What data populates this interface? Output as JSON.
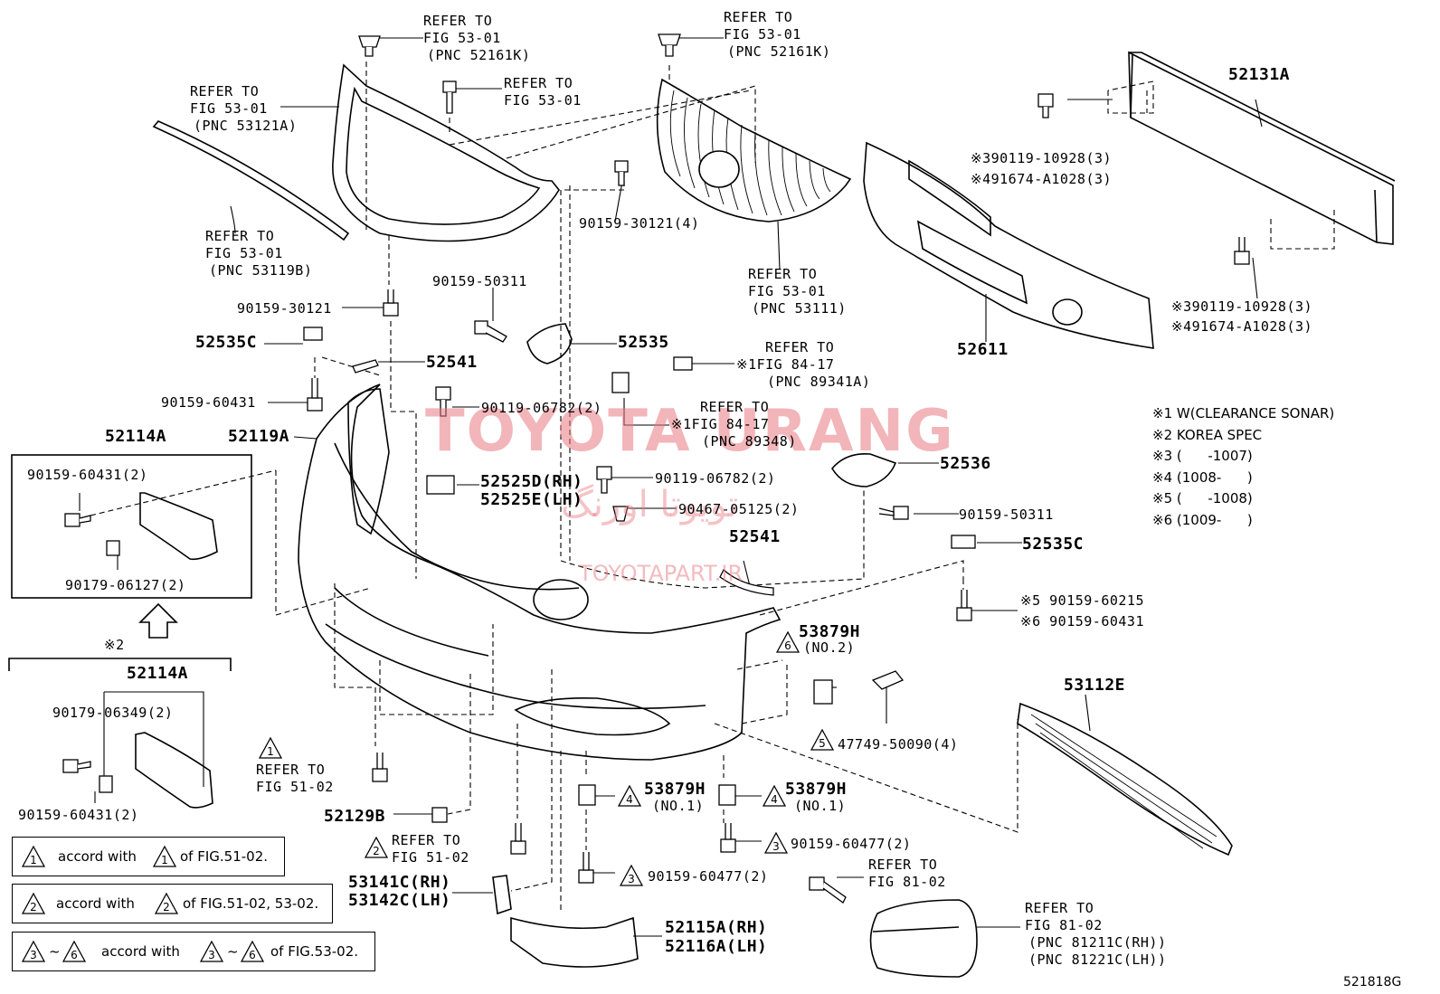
{
  "watermark": {
    "brand": "TOYOTA URANG",
    "persian": "تویوتا اورنگ",
    "url": "TOYOTAPART.IR"
  },
  "refer": {
    "r1": [
      "REFER TO",
      "FIG 53-01",
      "(PNC 52161K)"
    ],
    "r2": [
      "REFER TO",
      "FIG 53-01",
      "(PNC 52161K)"
    ],
    "r3": [
      "REFER TO",
      "FIG 53-01",
      "(PNC 53121A)"
    ],
    "r4": [
      "REFER TO",
      "FIG 53-01"
    ],
    "r5": [
      "REFER TO",
      "FIG 53-01",
      "(PNC 53119B)"
    ],
    "r6": [
      "REFER TO",
      "FIG 53-01",
      "(PNC 53111)"
    ],
    "r7": [
      "REFER TO",
      "※1FIG 84-17",
      "(PNC 89341A)"
    ],
    "r8": [
      "REFER TO",
      "※1FIG 84-17",
      "(PNC 89348)"
    ],
    "r9": [
      "REFER TO",
      "FIG 51-02"
    ],
    "r10": [
      "REFER TO",
      "FIG 51-02"
    ],
    "r11": [
      "REFER TO",
      "FIG 81-02"
    ],
    "r12": [
      "REFER TO",
      "FIG 81-02",
      "(PNC 81211C(RH))",
      "(PNC 81221C(LH))"
    ]
  },
  "parts": {
    "p52131A": "52131A",
    "p52611": "52611",
    "p52535C_l": "52535C",
    "p52535": "52535",
    "p52541_t": "52541",
    "p52119A": "52119A",
    "p52114A_a": "52114A",
    "p52114A_b": "52114A",
    "p52525D": "52525D(RH)",
    "p52525E": "52525E(LH)",
    "p52536": "52536",
    "p52541_m": "52541",
    "p52535C_r": "52535C",
    "p53879H_a": "53879H",
    "p53879H_b": "53879H",
    "p53879H_c": "53879H",
    "p53112E": "53112E",
    "p52129B": "52129B",
    "p53141C": "53141C(RH)",
    "p53142C": "53142C(LH)",
    "p52115A": "52115A(RH)",
    "p52116A": "52116A(LH)"
  },
  "bolts": {
    "b1": "90159-30121(4)",
    "b2": "90159-30121",
    "b3": "90159-50311",
    "b4": "90159-60431",
    "b5": "90119-06782(2)",
    "b6": "90119-06782(2)",
    "b7": "90467-05125(2)",
    "b8": "90159-50311",
    "b9a": "※390119-10928(3)",
    "b9b": "※491674-A1028(3)",
    "b10a": "※390119-10928(3)",
    "b10b": "※491674-A1028(3)",
    "b11a": "※5 90159-60215",
    "b11b": "※6 90159-60431",
    "b12": "90159-60431(2)",
    "b13": "90179-06127(2)",
    "b14": "90179-06349(2)",
    "b15": "90159-60431(2)",
    "b16": "90159-60477(2)",
    "b17": "90159-60477(2)",
    "b18": "47749-50090(4)",
    "no1a": "(NO.1)",
    "no1b": "(NO.1)",
    "no2": "(NO.2)",
    "korea": "※2",
    "diagram_code": "521818G"
  },
  "triangles": {
    "t1": "1",
    "t2": "2",
    "t3a": "3",
    "t3b": "3",
    "t4a": "4",
    "t4b": "4",
    "t5": "5",
    "t6": "6"
  },
  "notes": [
    "※1 W(CLEARANCE SONAR)",
    "※2 KOREA SPEC",
    "※3 (      -1007)",
    "※4 (1008-      )",
    "※5 (      -1008)",
    "※6 (1009-      )"
  ],
  "legend": {
    "l1_mid": "accord with",
    "l1_end": "of FIG.51-02.",
    "l2_mid": "accord with",
    "l2_end": "of FIG.51-02, 53-02.",
    "l3_tilde": "~",
    "l3_mid": "accord with",
    "l3_end": "of FIG.53-02.",
    "n1": "1",
    "n2": "2",
    "n3": "3",
    "n6": "6"
  }
}
